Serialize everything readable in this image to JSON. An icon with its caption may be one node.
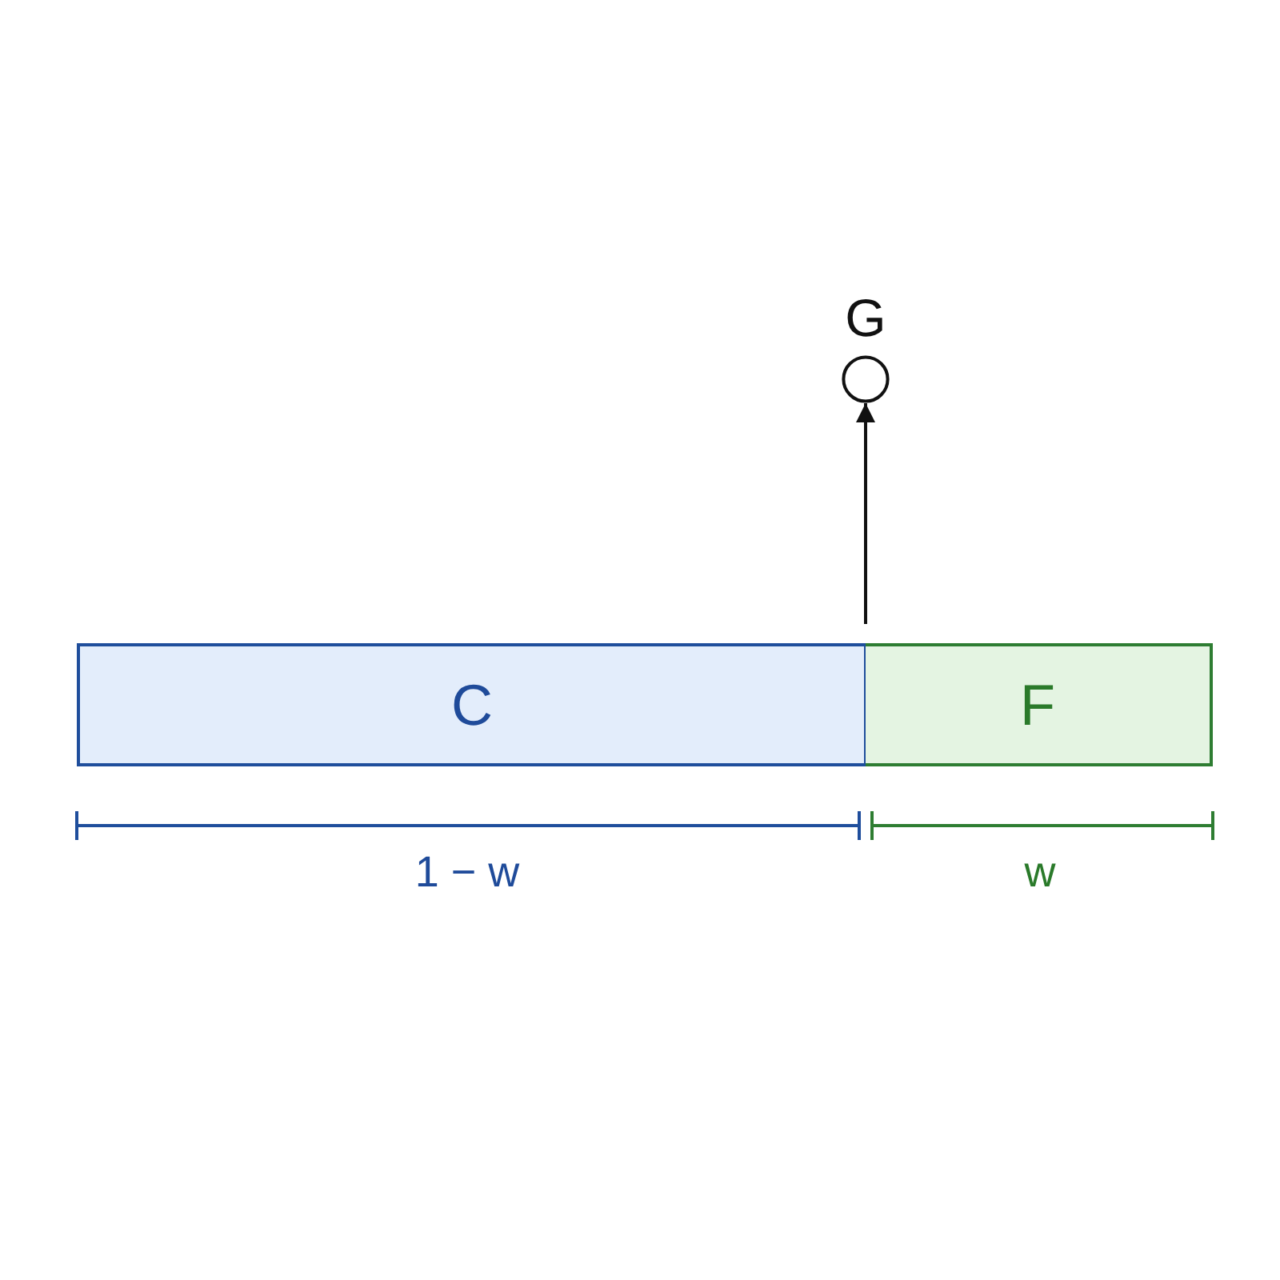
{
  "diagram": {
    "nodes": [
      {
        "text": [
          "C"
        ]
      },
      {
        "text": [
          "F"
        ]
      },
      {
        "text": [
          "G"
        ]
      }
    ],
    "edges": [
      {
        "from": 1,
        "to": 2,
        "arrow": "to"
      }
    ],
    "labels": [
      "1 − w",
      "w"
    ]
  }
}
